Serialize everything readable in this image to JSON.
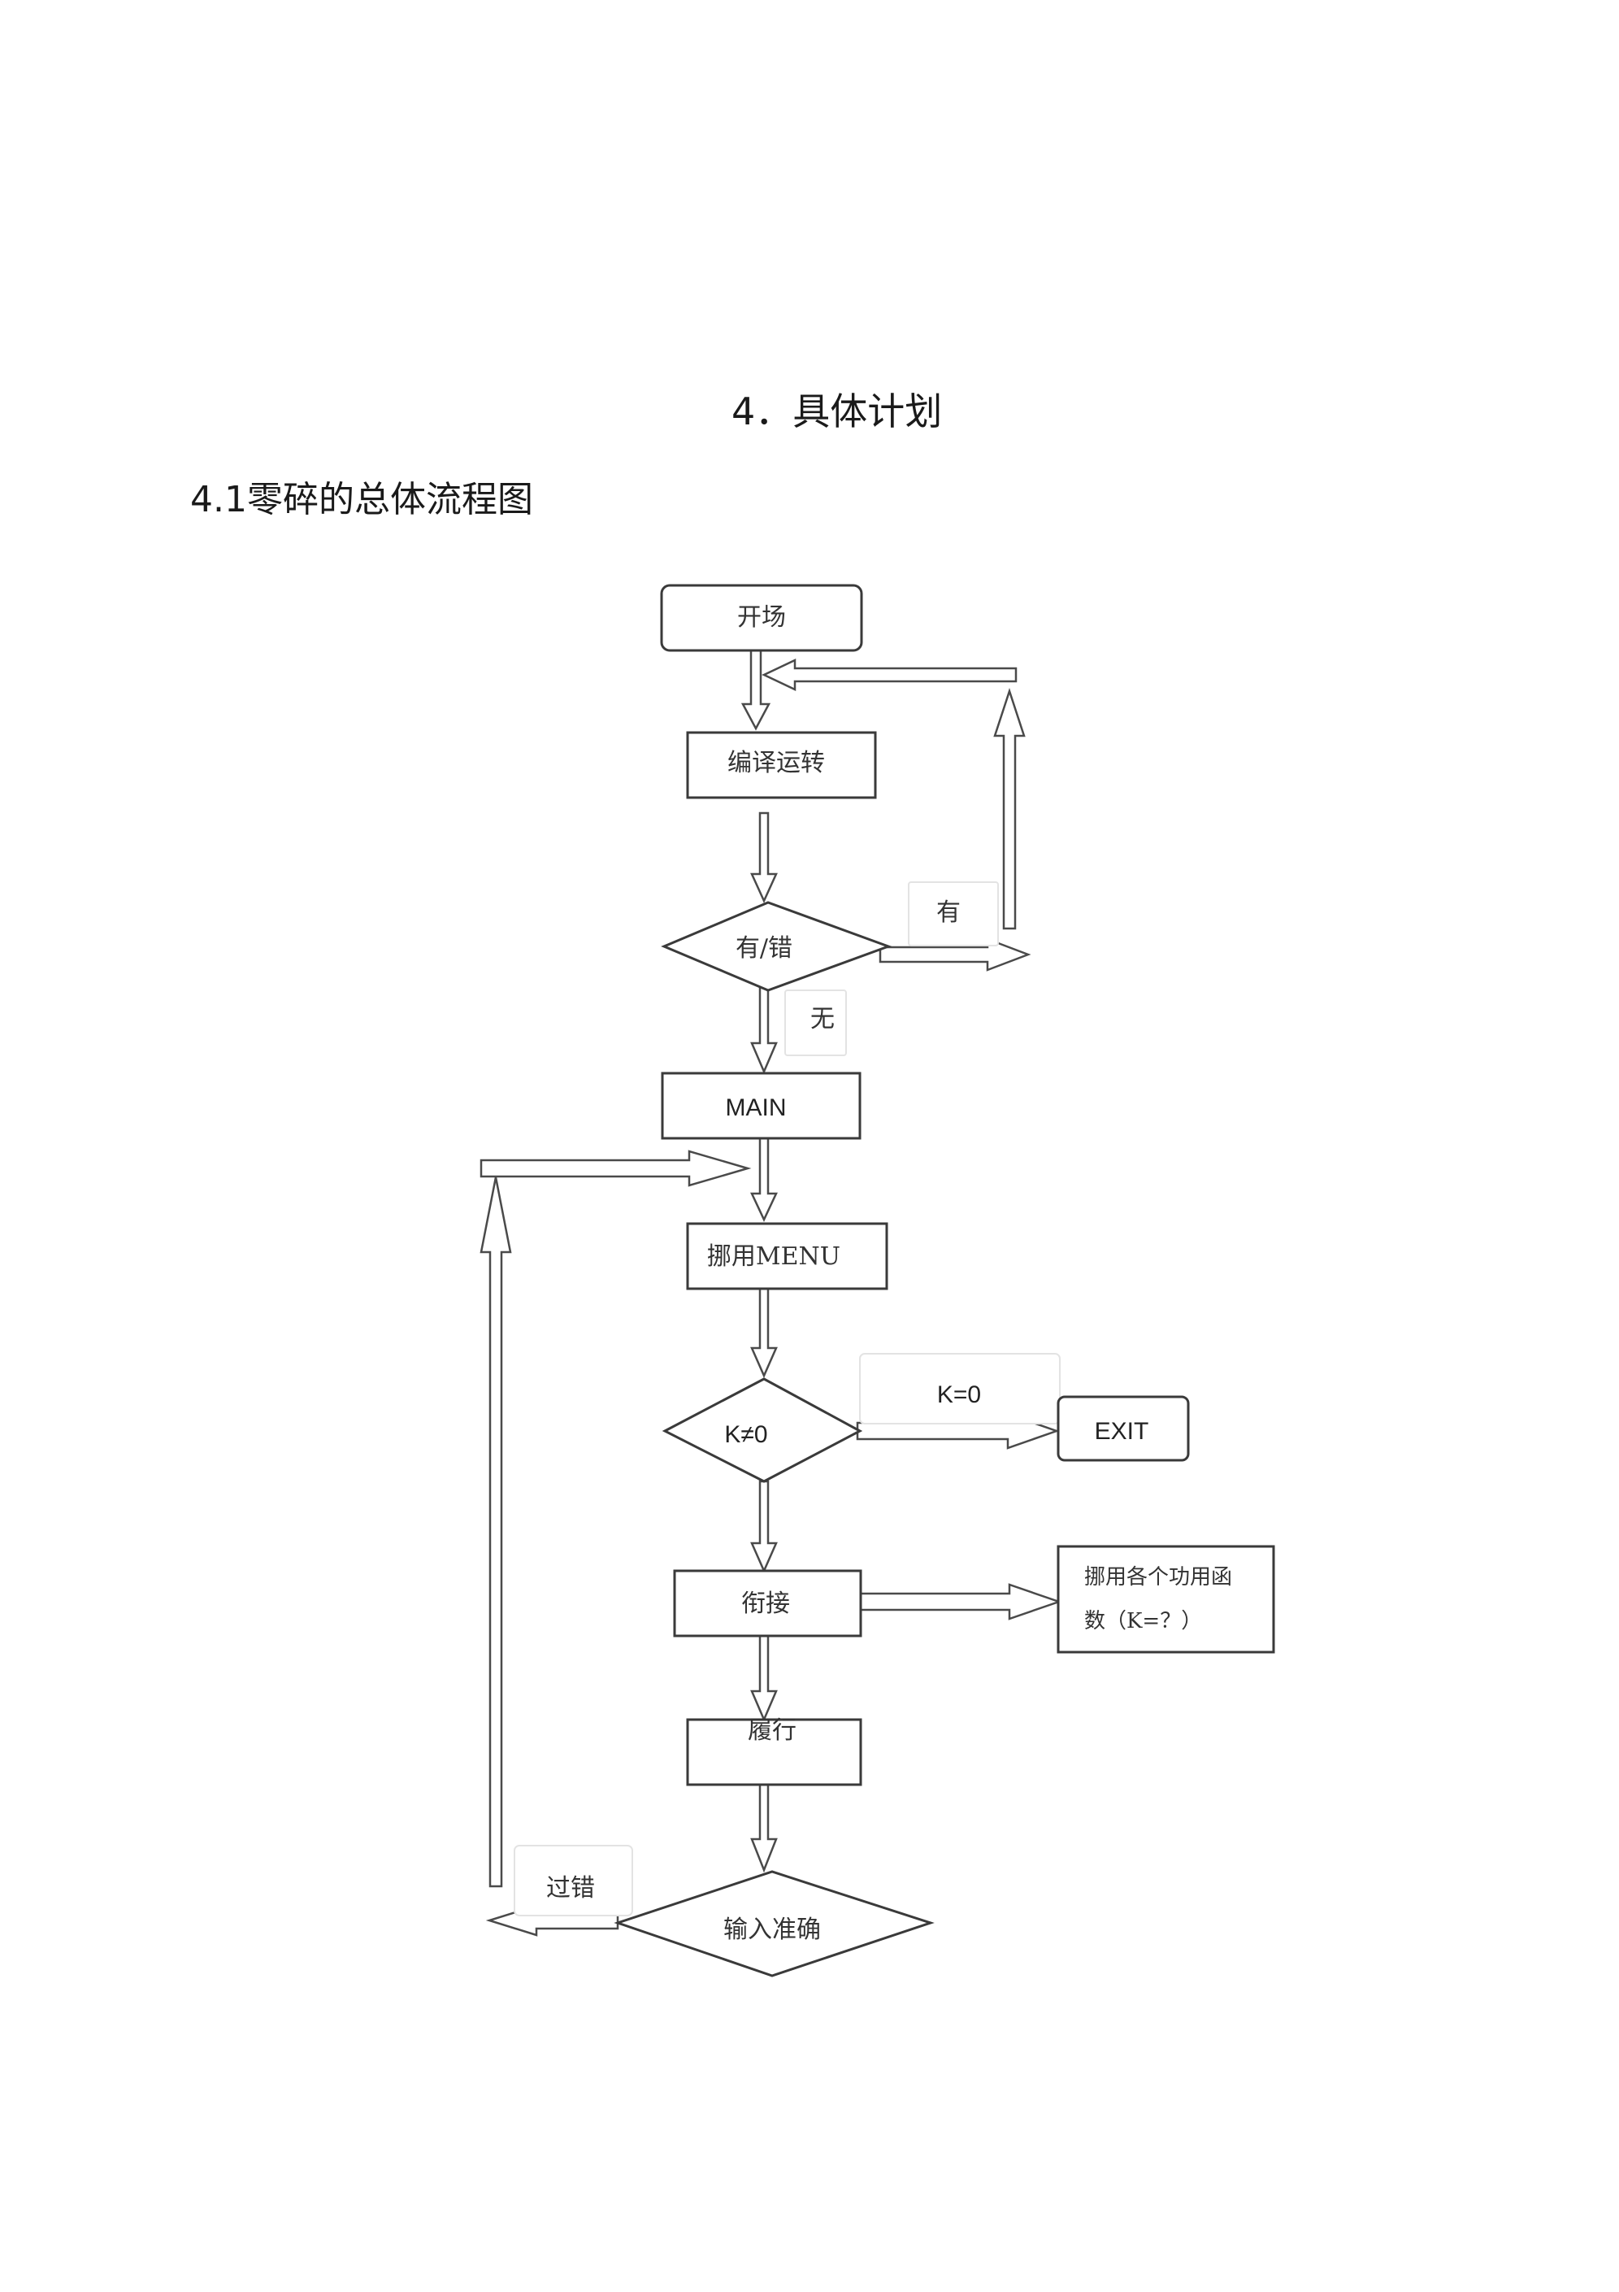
{
  "page": {
    "section_title": "4．具体计划",
    "section_subtitle": "4.1零碎的总体流程图"
  },
  "flowchart": {
    "nodes": {
      "start": "开场",
      "compile": "编译运转",
      "error_check": "有/错",
      "main": "MAIN",
      "call_menu": "挪用MENU",
      "k_check": "K≠0",
      "exit": "EXIT",
      "connect": "衔接",
      "call_functions_line1": "挪用各个功用函",
      "call_functions_line2": "数（K=？）",
      "execute": "履行",
      "input_check": "输入准确"
    },
    "edge_labels": {
      "has_error": "有",
      "no_error": "无",
      "k_zero": "K=0",
      "input_wrong": "过错"
    }
  }
}
